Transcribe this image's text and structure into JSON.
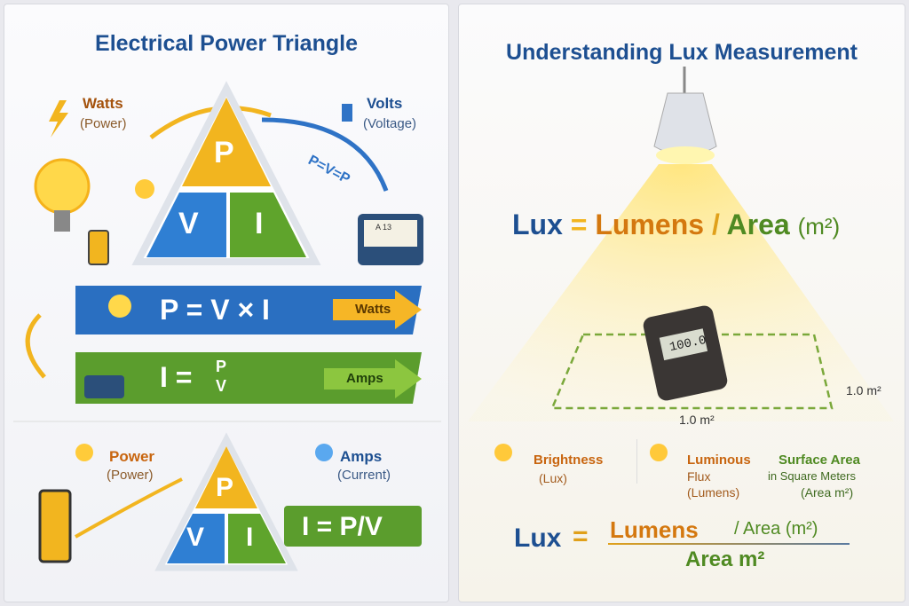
{
  "left": {
    "title": "Electrical Power Triangle",
    "watts_label": "Watts",
    "watts_sub": "(Power)",
    "volts_label": "Volts",
    "volts_sub": "(Voltage)",
    "triangle": {
      "top": "P",
      "left": "V",
      "right": "I"
    },
    "arc_formula": "P=V=P",
    "meter_scale": "A 13",
    "bar1": {
      "formula": "P = V × I",
      "tag": "Watts"
    },
    "bar2": {
      "formula_left": "I =",
      "num": "P",
      "den": "V",
      "tag": "Amps"
    },
    "power_label": "Power",
    "power_sub": "(Power)",
    "amps_label": "Amps",
    "amps_sub": "(Current)",
    "triangle2": {
      "top": "P",
      "left": "V",
      "right": "I"
    },
    "formula_box": "I = P/V"
  },
  "right": {
    "title": "Understanding Lux Measurement",
    "formula": {
      "lux": "Lux",
      "eq": "=",
      "lumens": "Lumens",
      "slash": "/",
      "area": "Area",
      "unit": "(m²)"
    },
    "meter_display": "100.0",
    "dim_side": "1.0 m²",
    "dim_bottom": "1.0 m²",
    "legend": [
      {
        "title": "Brightness",
        "sub": "(Lux)"
      },
      {
        "title": "Luminous",
        "line2": "Flux",
        "sub": "(Lumens)"
      },
      {
        "title": "Surface Area",
        "line2": "in Square Meters",
        "sub": "(Area m²)"
      }
    ],
    "bottom_formula": {
      "lux": "Lux",
      "eq": "=",
      "num": "Lumens",
      "num_extra": "/ Area (m²)",
      "den": "Area m²"
    }
  },
  "colors": {
    "blue": "#1d4f91",
    "orange": "#c8650f",
    "green": "#4f8a22",
    "yellow": "#f2b51f"
  }
}
